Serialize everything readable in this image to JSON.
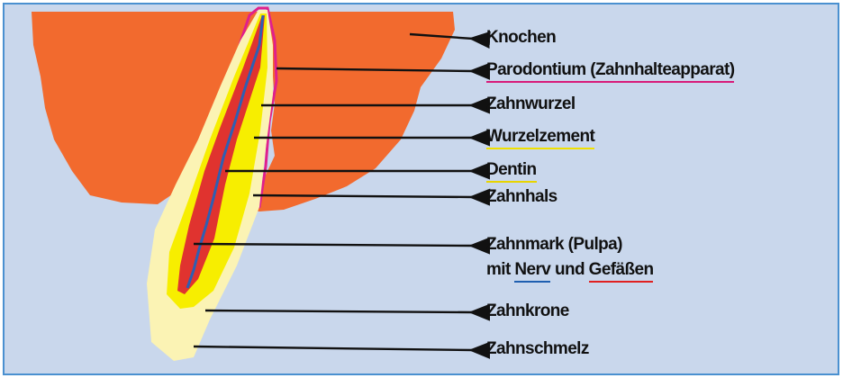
{
  "labels": {
    "knochen": "Knochen",
    "parodontium": "Parodontium (Zahnhalteapparat)",
    "zahnwurzel": "Zahnwurzel",
    "wurzelzement": "Wurzelzement",
    "dentin": "Dentin",
    "zahnhals": "Zahnhals",
    "zahnmark": "Zahnmark (Pulpa)",
    "mit": "mit",
    "nerv": "Nerv",
    "und": "und",
    "gefaesse": "Gefäßen",
    "zahnkrone": "Zahnkrone",
    "zahnschmelz": "Zahnschmelz"
  },
  "colors": {
    "background": "#c9d7ec",
    "frame_border": "#4a90d0",
    "bone": "#f26a2e",
    "enamel": "#fbf3b4",
    "dentin": "#f7ee00",
    "pulpa": "#e0332f",
    "nerve": "#2e5fb3",
    "periodontium": "#e0208c",
    "underline_parodontium": "#d81b7a",
    "underline_wurzelzement": "#f0e000",
    "underline_dentin": "#e8d400",
    "underline_nerv": "#1f5fb0",
    "underline_gefaesse": "#e02020"
  }
}
